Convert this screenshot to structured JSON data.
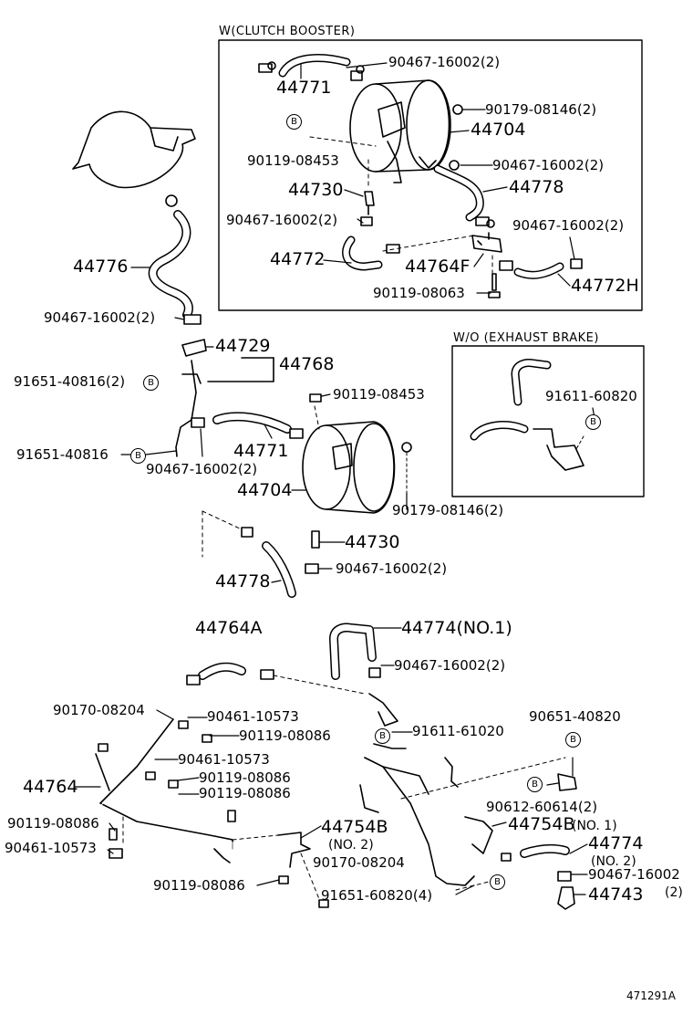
{
  "image_code": "471291A",
  "boxes": {
    "clutch_booster_title": "W(CLUTCH  BOOSTER)",
    "exhaust_brake_title": "W/O (EXHAUST  BRAKE)"
  },
  "ref_mark": "B",
  "labels": {
    "l_90467_a": "90467-16002(2)",
    "l_44771_a": "44771",
    "l_90179_a": "90179-08146(2)",
    "l_44704_a": "44704",
    "l_90119_08453_a": "90119-08453",
    "l_90467_b": "90467-16002(2)",
    "l_44730_a": "44730",
    "l_44778_a": "44778",
    "l_90467_c": "90467-16002(2)",
    "l_90467_d": "90467-16002(2)",
    "l_44772": "44772",
    "l_44764F": "44764F",
    "l_90119_08063": "90119-08063",
    "l_44772H": "44772H",
    "l_44776": "44776",
    "l_90467_e": "90467-16002(2)",
    "l_44729": "44729",
    "l_44768": "44768",
    "l_91651_2": "91651-40816(2)",
    "l_90119_08453_b": "90119-08453",
    "l_44771_b": "44771",
    "l_91651": "91651-40816",
    "l_90467_f": "90467-16002(2)",
    "l_44704_b": "44704",
    "l_90179_b": "90179-08146(2)",
    "l_44730_b": "44730",
    "l_44778_b": "44778",
    "l_90467_g": "90467-16002(2)",
    "l_91611_60820": "91611-60820",
    "l_44764A": "44764A",
    "l_44774_no1": "44774(NO.1)",
    "l_90467_h": "90467-16002(2)",
    "l_90170_a": "90170-08204",
    "l_90461_a": "90461-10573",
    "l_90119_08086_a": "90119-08086",
    "l_91611_61020": "91611-61020",
    "l_90651": "90651-40820",
    "l_90461_b": "90461-10573",
    "l_44764": "44764",
    "l_90119_08086_b": "90119-08086",
    "l_90119_08086_c": "90119-08086",
    "l_90612": "90612-60614(2)",
    "l_44754B_no1": "44754B",
    "l_no1": "(NO. 1)",
    "l_90119_08086_d": "90119-08086",
    "l_44754B_no2": "44754B",
    "l_no2_a": "(NO. 2)",
    "l_90461_c": "90461-10573",
    "l_90170_b": "90170-08204",
    "l_44774_no2": "44774",
    "l_no2_b": "(NO. 2)",
    "l_90467_i": "90467-16002",
    "l_2_suffix": "(2)",
    "l_90119_08086_e": "90119-08086",
    "l_91651_60820": "91651-60820(4)",
    "l_44743": "44743"
  }
}
